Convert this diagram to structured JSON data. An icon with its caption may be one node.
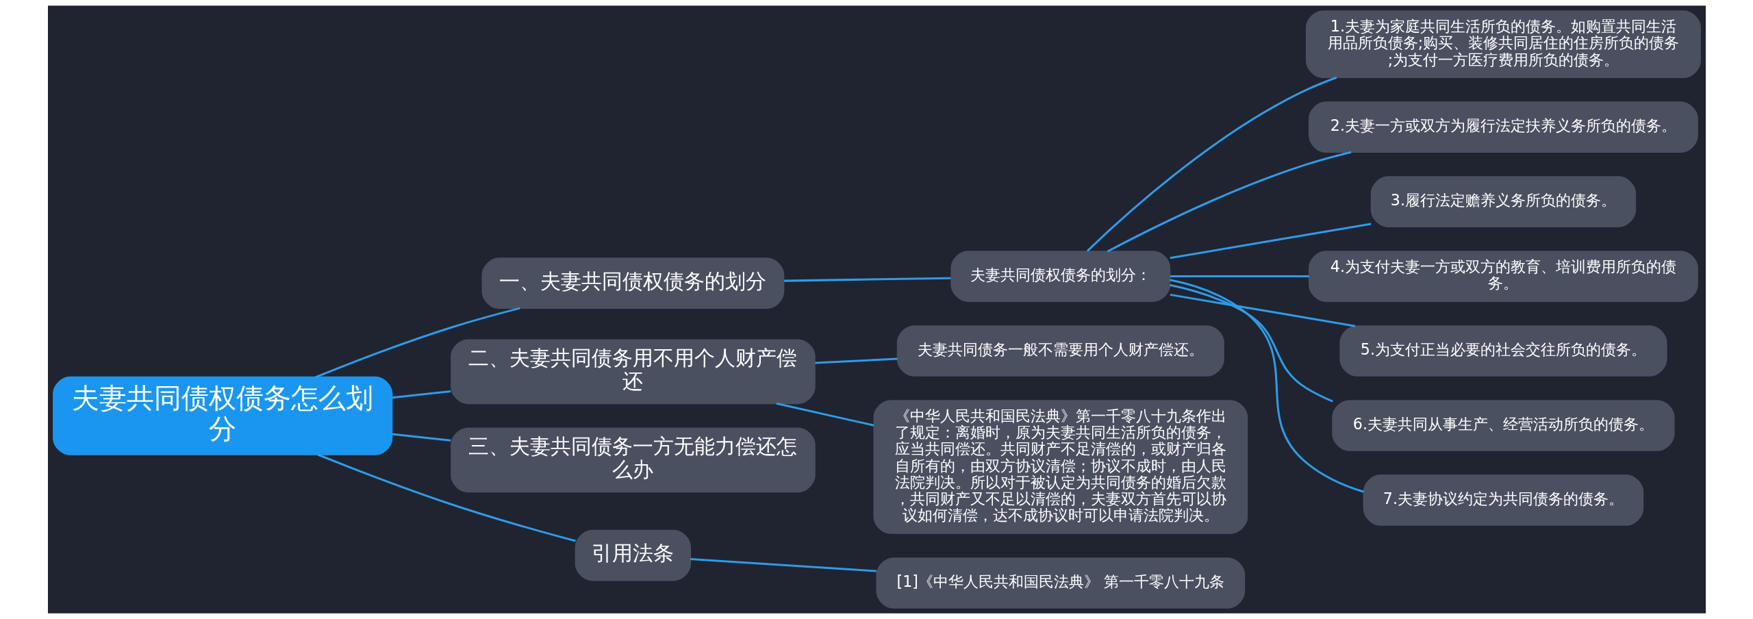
{
  "diagram": {
    "nodes": [
      {
        "text": [
          "夫妻共同债权债务怎么划分"
        ]
      },
      {
        "text": [
          "一、夫妻共同债权债务的划分"
        ]
      },
      {
        "text": [
          "夫妻共同债权债务的划分："
        ]
      },
      {
        "text": [
          "1.夫妻为家庭共同生活所负的债务。如购置共同生活用品所负债务;购买、装修共同居住的住房所负的债务;为支付一方医疗费用所负的债务。"
        ]
      },
      {
        "text": [
          "2.夫妻一方或双方为履行法定扶养义务所负的债务。"
        ]
      },
      {
        "text": [
          "3.履行法定赡养义务所负的债务。"
        ]
      },
      {
        "text": [
          "4.为支付夫妻一方或双方的教育、培训费用所负的债务。"
        ]
      },
      {
        "text": [
          "5.为支付正当必要的社会交往所负的债务。"
        ]
      },
      {
        "text": [
          "6.夫妻共同从事生产、经营活动所负的债务。"
        ]
      },
      {
        "text": [
          "7.夫妻协议约定为共同债务的债务。"
        ]
      },
      {
        "text": [
          "二、夫妻共同债务用不用个人财产偿还"
        ]
      },
      {
        "text": [
          "夫妻共同债务一般不需要用个人财产偿还。"
        ]
      },
      {
        "text": [
          "《中华人民共和国民法典》第一千零八十九条作出了规定：离婚时，原为夫妻共同生活所负的债务，应当共同偿还。共同财产不足清偿的，或财产归各自所有的，由双方协议清偿；协议不成时，由人民法院判决。所以对于被认定为共同债务的婚后欠款，共同财产又不足以清偿的，夫妻双方首先可以协议如何清偿，达不成协议时可以申请法院判决。"
        ]
      },
      {
        "text": [
          "三、夫妻共同债务一方无能力偿还怎么办"
        ]
      },
      {
        "text": [
          "引用法条"
        ]
      },
      {
        "text": [
          "[1]《中华人民共和国民法典》 第一千零八十九条"
        ]
      }
    ],
    "edges": [
      {
        "from": 0,
        "to": 1,
        "arrow": "none"
      },
      {
        "from": 1,
        "to": 2,
        "arrow": "none"
      },
      {
        "from": 2,
        "to": 3,
        "arrow": "none"
      },
      {
        "from": 2,
        "to": 4,
        "arrow": "none"
      },
      {
        "from": 2,
        "to": 5,
        "arrow": "none"
      },
      {
        "from": 2,
        "to": 6,
        "arrow": "none"
      },
      {
        "from": 2,
        "to": 7,
        "arrow": "none"
      },
      {
        "from": 2,
        "to": 8,
        "arrow": "none"
      },
      {
        "from": 2,
        "to": 9,
        "arrow": "none"
      },
      {
        "from": 0,
        "to": 10,
        "arrow": "none"
      },
      {
        "from": 10,
        "to": 11,
        "arrow": "none"
      },
      {
        "from": 10,
        "to": 12,
        "arrow": "none"
      },
      {
        "from": 0,
        "to": 13,
        "arrow": "none"
      },
      {
        "from": 0,
        "to": 14,
        "arrow": "none"
      },
      {
        "from": 14,
        "to": 15,
        "arrow": "none"
      }
    ]
  }
}
